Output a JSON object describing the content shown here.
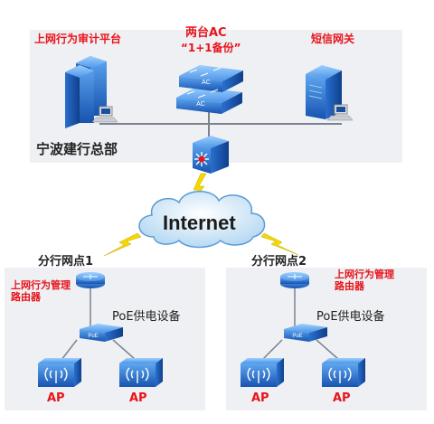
{
  "hq": {
    "audit_platform_label": "上网行为审计平台",
    "ac_label": "两台AC",
    "ac_sub_label": "“1+1备份”",
    "sms_gateway_label": "短信网关",
    "hq_name": "宁波建行总部",
    "ac_unit_text": "AC"
  },
  "internet_label": "Internet",
  "branch1": {
    "name": "分行网点1",
    "router_label": "上网行为管理\n路由器",
    "poe_label": "PoE供电设备",
    "switch_text": "PoE",
    "ap_labels": [
      "AP",
      "AP"
    ]
  },
  "branch2": {
    "name": "分行网点2",
    "router_label": "上网行为管理\n路由器",
    "poe_label": "PoE供电设备",
    "switch_text": "PoE",
    "ap_labels": [
      "AP",
      "AP"
    ]
  },
  "colors": {
    "panel": "#eef0f3",
    "device_blue": "#1e6fd0",
    "label_red": "#e8141b",
    "lightning": "#f5d800",
    "cloud": "#cfe6f7"
  }
}
